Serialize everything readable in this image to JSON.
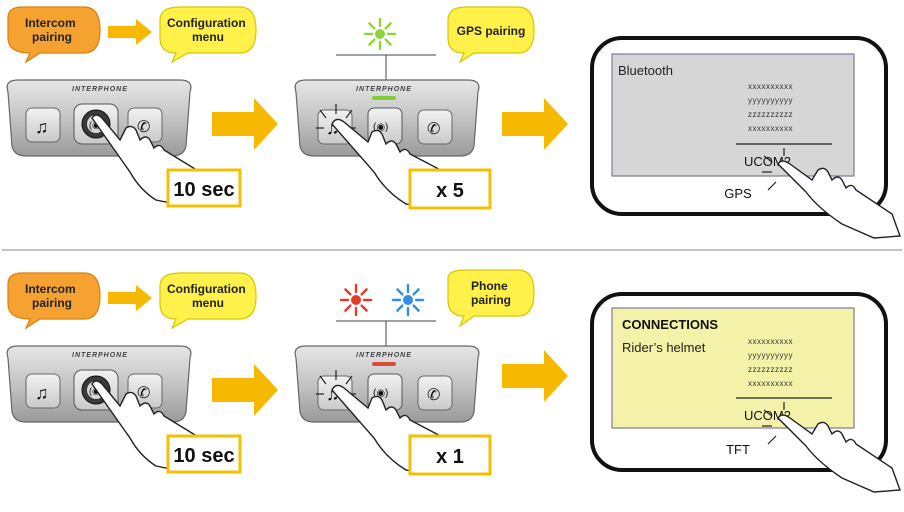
{
  "rows": [
    {
      "bubble1": {
        "lines": [
          "Intercom",
          "pairing"
        ]
      },
      "bubble2": {
        "lines": [
          "Configuration",
          "menu"
        ]
      },
      "bubble3": {
        "lines": [
          "GPS pairing"
        ]
      },
      "brand": "INTERPHONE",
      "hold_label": "10 sec",
      "press_label": "x 5",
      "leds": [
        "#8fd43a"
      ],
      "led_strip": "#7fcf3a",
      "screen": {
        "bg": "#d6d6d6",
        "title": "",
        "line": "Bluetooth",
        "items": [
          "xxxxxxxxxx",
          "yyyyyyyyyy",
          "zzzzzzzzzz",
          "xxxxxxxxxx"
        ],
        "selected": "UCOM2",
        "device": "GPS"
      }
    },
    {
      "bubble1": {
        "lines": [
          "Intercom",
          "pairing"
        ]
      },
      "bubble2": {
        "lines": [
          "Configuration",
          "menu"
        ]
      },
      "bubble3": {
        "lines": [
          "Phone",
          "pairing"
        ]
      },
      "brand": "INTERPHONE",
      "hold_label": "10 sec",
      "press_label": "x 1",
      "leds": [
        "#e53b2d",
        "#2f8fe0"
      ],
      "led_strip": "#d94a3a",
      "screen": {
        "bg": "#f4f2a8",
        "title": "CONNECTIONS",
        "line": "Rider’s helmet",
        "items": [
          "xxxxxxxxxx",
          "yyyyyyyyyy",
          "zzzzzzzzzz",
          "xxxxxxxxxx"
        ],
        "selected": "UCOM2",
        "device": "TFT"
      }
    }
  ],
  "colors": {
    "bubble_orange": "#f5a230",
    "bubble_yellow": "#fff04a",
    "arrow": "#f7b800",
    "label_border": "#f2c200",
    "device_body": "#cfcfcf"
  }
}
